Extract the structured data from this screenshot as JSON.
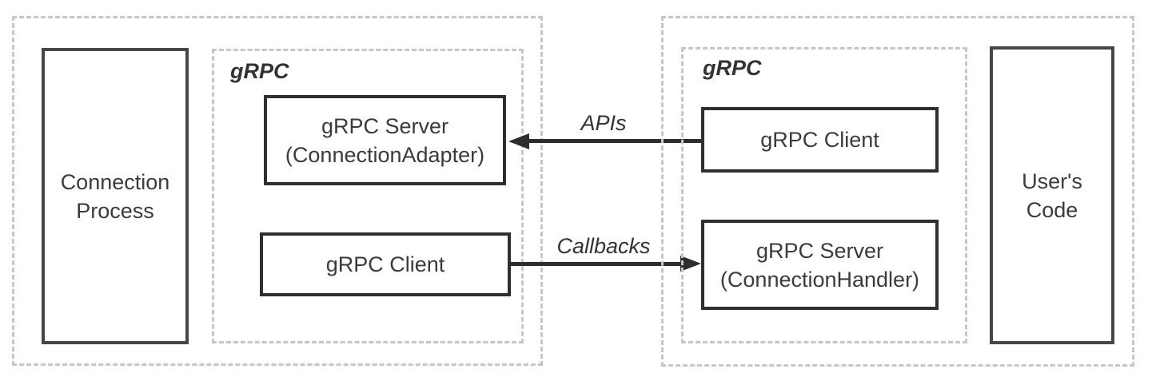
{
  "left_group": {
    "process_box": "Connection Process",
    "grpc_label": "gRPC",
    "server_box": {
      "line1": "gRPC Server",
      "line2": "(ConnectionAdapter)"
    },
    "client_box": "gRPC Client"
  },
  "arrows": {
    "apis": "APIs",
    "callbacks": "Callbacks"
  },
  "right_group": {
    "grpc_label": "gRPC",
    "client_box": "gRPC Client",
    "server_box": {
      "line1": "gRPC Server",
      "line2": "(ConnectionHandler)"
    },
    "user_code_box": "User's Code"
  },
  "colors": {
    "solid_border": "#2f2f2f",
    "outer_box_border": "#474747",
    "dashed_border": "#c7c7c7",
    "arrow": "#2d2d2d",
    "text": "#3b3b3b",
    "background": "#ffffff"
  }
}
